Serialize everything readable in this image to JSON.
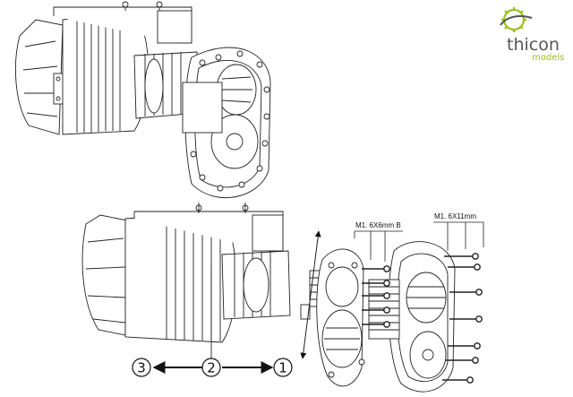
{
  "logo": {
    "brand": "thicon",
    "sub": "models",
    "accent_color": "#9bbf1e",
    "text_color": "#555555",
    "icon": "gear-logo-icon"
  },
  "labels": {
    "screw_b": "M1. 6X6mm B",
    "screw_long": "M1. 6X11mm"
  },
  "positions": {
    "left": "3",
    "middle": "2",
    "right": "1"
  }
}
